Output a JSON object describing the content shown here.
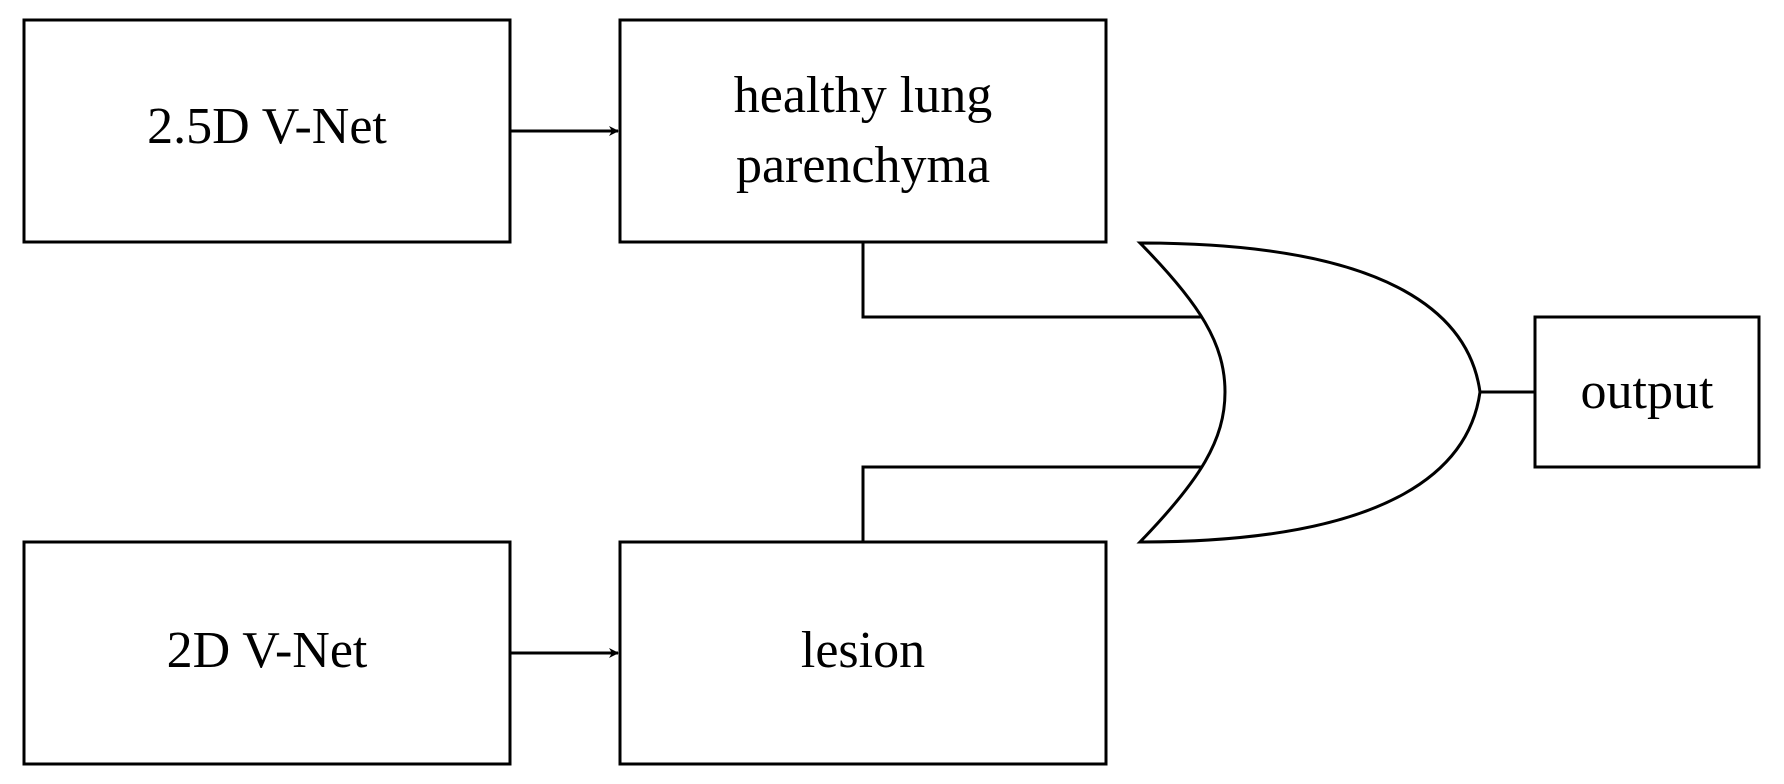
{
  "diagram": {
    "nodes": {
      "net_25d": "2.5D V-Net",
      "net_2d": "2D V-Net",
      "healthy_line1": "healthy lung",
      "healthy_line2": "parenchyma",
      "lesion": "lesion",
      "output": "output"
    },
    "gate": "or-gate-icon",
    "colors": {
      "stroke": "#000000",
      "fill": "#ffffff"
    }
  }
}
